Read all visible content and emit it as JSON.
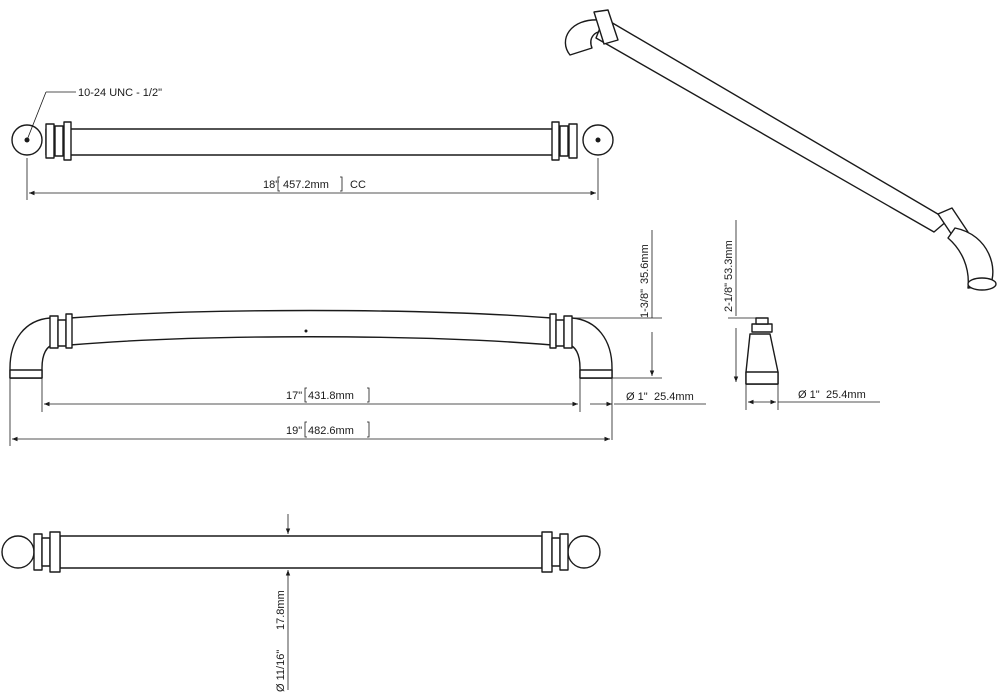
{
  "colors": {
    "line": "#1a1a1a",
    "background": "#ffffff"
  },
  "thread_note": "10-24 UNC - 1/2\"",
  "dims": {
    "cc_in": "18\"",
    "cc_mm": "457.2mm",
    "cc_suffix": "CC",
    "inner_in": "17\"",
    "inner_mm": "431.8mm",
    "overall_in": "19\"",
    "overall_mm": "482.6mm",
    "projection_in": "1-3/8\"",
    "projection_mm": "35.6mm",
    "foot_dia_in": "Ø 1\"",
    "foot_dia_mm": "25.4mm",
    "side_height_in": "2-1/8\"",
    "side_height_mm": "53.3mm",
    "side_dia_in": "Ø 1\"",
    "side_dia_mm": "25.4mm",
    "bar_dia_in": "Ø 11/16\"",
    "bar_dia_mm": "17.8mm"
  }
}
